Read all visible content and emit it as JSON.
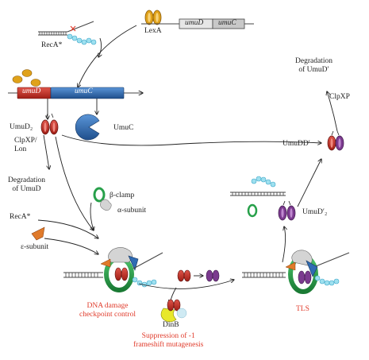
{
  "colors": {
    "red": "#c62a1f",
    "blue": "#2f6bb3",
    "gold": "#e0a21a",
    "green": "#27a04a",
    "purple": "#7b3a8f",
    "cyan": "#9ee0ef",
    "label_red": "#e03a2a",
    "gray_light": "#c8c8c8",
    "orange": "#e07a2a"
  },
  "labels": {
    "lexa": "LexA",
    "umud_top": "umuD",
    "umuc_top": "umuC",
    "reca_top": "RecA*",
    "umud_operon": "umuD",
    "umuc_operon": "umuC",
    "umud2": "UmuD₂",
    "umuc": "UmuC",
    "clpxp_lon": "ClpXP/\nLon",
    "degradation_umud": "Degradation\nof UmuD",
    "beta_clamp": "β-clamp",
    "alpha_subunit": "α-subunit",
    "reca_mid": "RecA*",
    "epsilon_subunit": "ε-subunit",
    "dna_damage": "DNA damage\ncheckpoint control",
    "dinb": "DinB",
    "suppression": "Suppression of -1\nframeshift mutagenesis",
    "tls": "TLS",
    "umud_prime2": "UmuD′₂",
    "umudd_prime": "UmuDD′",
    "degradation_umud_prime": "Degradation\nof UmuD′",
    "clpxp_right": "ClpXP"
  }
}
